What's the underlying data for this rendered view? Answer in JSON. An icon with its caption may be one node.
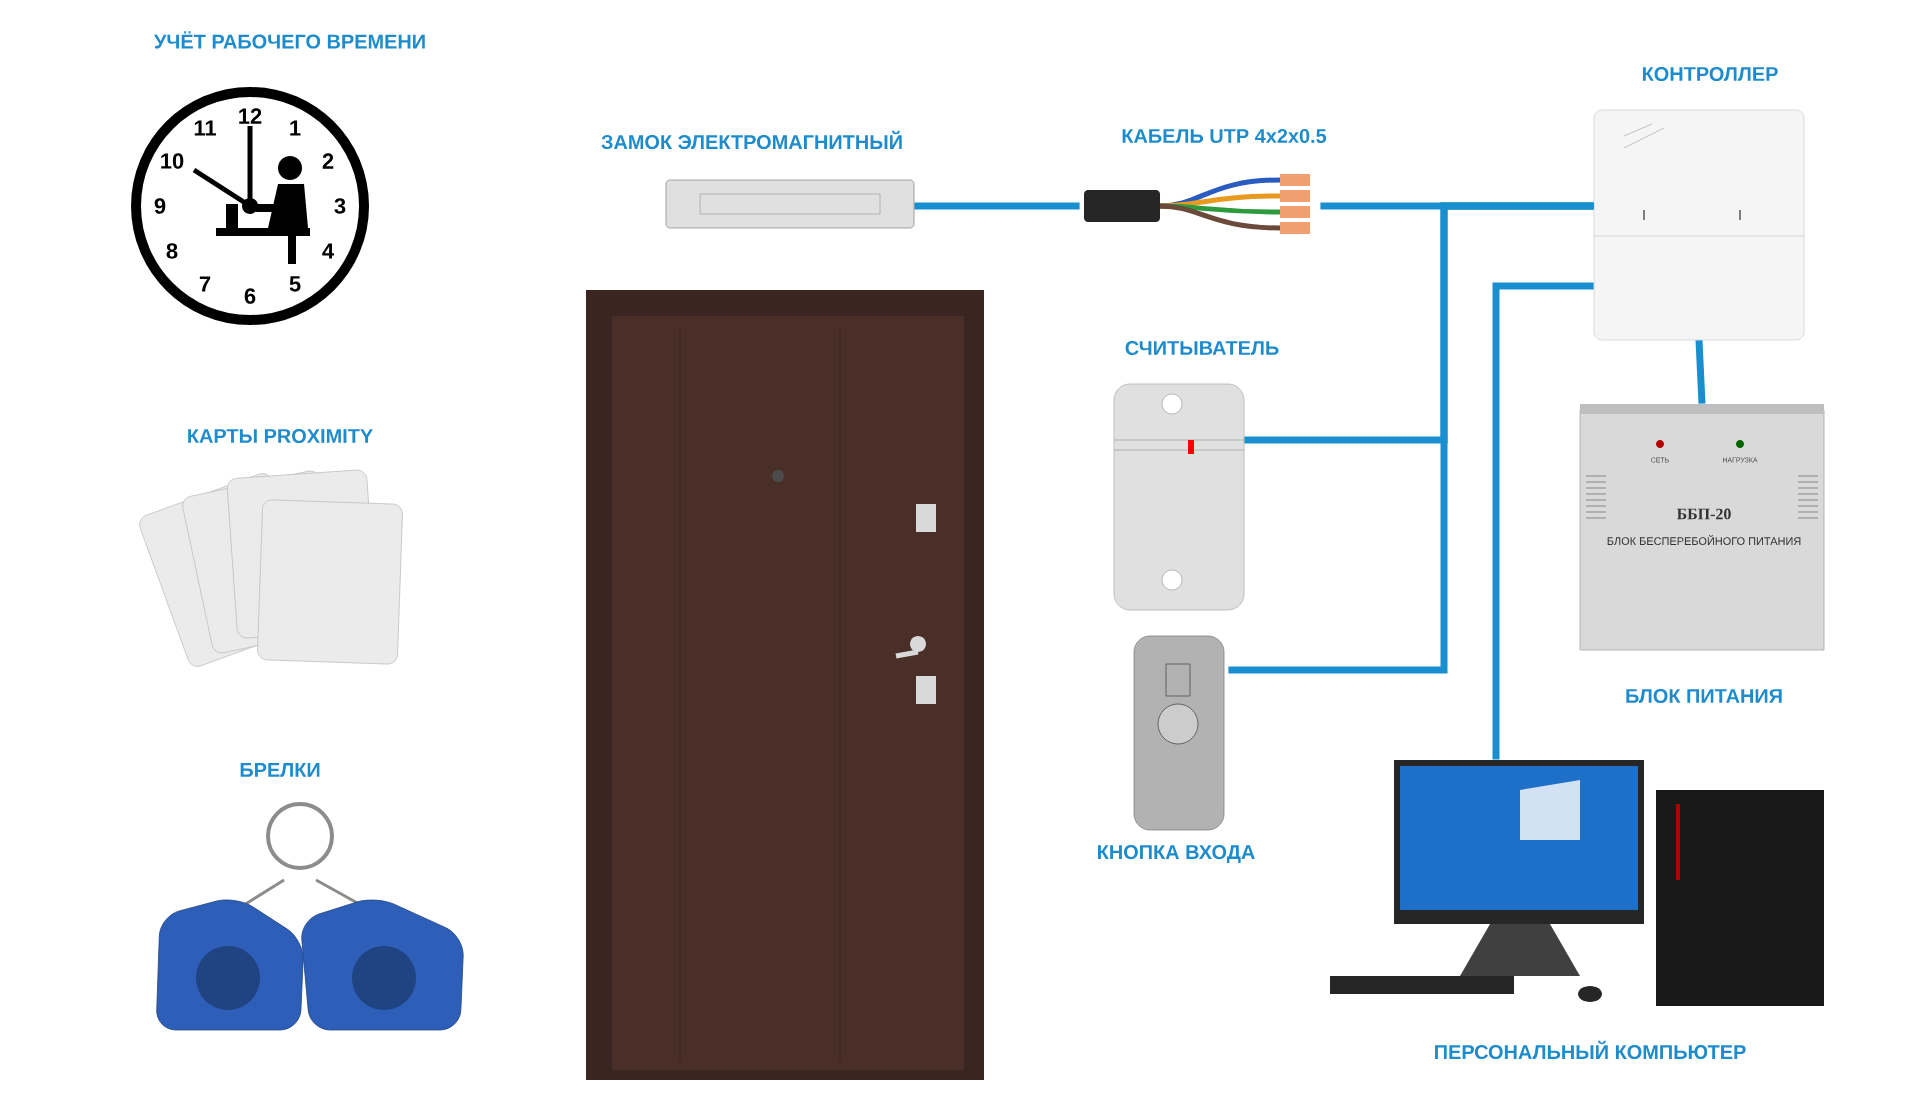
{
  "diagram": {
    "nodes": [
      {
        "text": [
          "УЧЁТ РАБОЧЕГО ВРЕМЕНИ"
        ]
      },
      {
        "text": [
          "КАРТЫ PROXIMITY"
        ]
      },
      {
        "text": [
          "БРЕЛКИ"
        ]
      },
      {
        "text": [],
        "shape": "picture"
      },
      {
        "text": [
          "ЗАМОК ЭЛЕКТРОМАГНИТНЫЙ"
        ]
      },
      {
        "text": [
          "КАБЕЛЬ UTP 4x2x0.5"
        ]
      },
      {
        "text": [
          "КОНТРОЛЛЕР"
        ]
      },
      {
        "text": [
          "СЧИТЫВАТЕЛЬ"
        ]
      },
      {
        "text": [
          "КНОПКА ВХОДА"
        ]
      },
      {
        "text": [
          "БЛОК ПИТАНИЯ"
        ]
      },
      {
        "text": [
          "ПЕРСОНАЛЬНЫЙ КОМПЬЮТЕР"
        ]
      }
    ],
    "edges": [
      {
        "from": 4,
        "to": 5,
        "arrow": "none"
      },
      {
        "from": 5,
        "to": 6,
        "arrow": "none"
      },
      {
        "from": 7,
        "to": 6,
        "arrow": "none"
      },
      {
        "from": 8,
        "to": 6,
        "arrow": "none"
      },
      {
        "from": 6,
        "to": 9,
        "arrow": "none"
      },
      {
        "from": 6,
        "to": 10,
        "arrow": "none"
      }
    ],
    "labels": [
      "1",
      "2",
      "3",
      "4",
      "5",
      "6",
      "7",
      "8",
      "9",
      "10",
      "11",
      "12",
      "СЕТЬ",
      "НАГРУЗКА",
      "ББП-20",
      "БЛОК БЕСПЕРЕБОЙНОГО ПИТАНИЯ"
    ]
  }
}
